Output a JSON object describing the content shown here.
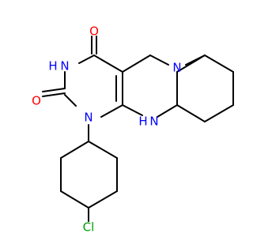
{
  "colors": {
    "oxygen": "#FF0000",
    "nitrogen": "#0000FF",
    "chlorine": "#00A000",
    "bond": "#000000",
    "background": "#FFFFFF"
  },
  "atoms": {
    "o_top": "O",
    "o_left": "O",
    "n_h_amide": "H",
    "n_amide": "N",
    "n_ring1": "N",
    "n_benzyl": "N",
    "n_h_amine": "H",
    "n_amine": "N",
    "cl": "Cl"
  }
}
